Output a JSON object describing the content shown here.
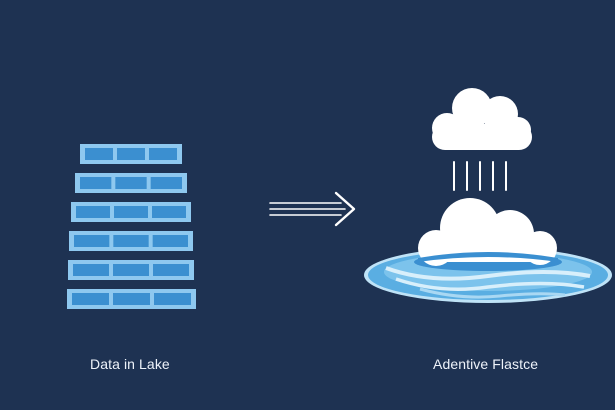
{
  "labels": {
    "source": "Data in Lake",
    "target": "Adentive Flastce"
  },
  "icons": {
    "source": "server-stack-icon",
    "connector": "triple-line-arrow-icon",
    "target": "cloud-rain-lake-icon"
  },
  "colors": {
    "background": "#1e3252",
    "rack_frame": "#8ec8ef",
    "rack_cell": "#3b8fd0",
    "cloud": "#ffffff",
    "water_light": "#bfe3f7",
    "water_mid": "#6db8e6",
    "water_dark": "#3a8fd1",
    "text": "#eef3fa"
  },
  "server_rack_count": 6
}
